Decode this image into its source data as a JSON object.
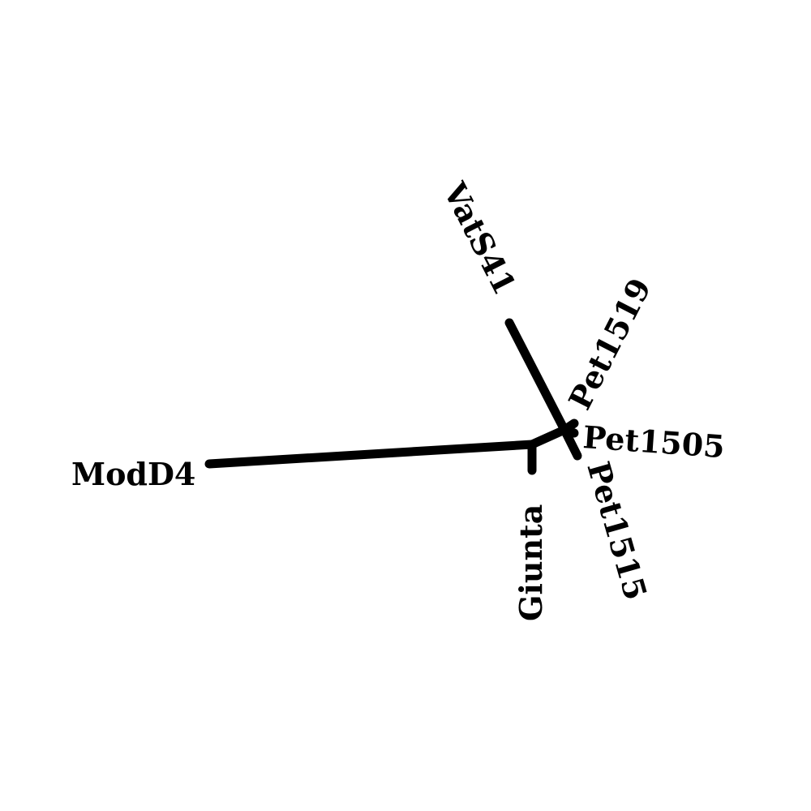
{
  "diagram": {
    "type": "unrooted-tree",
    "line_color": "#000000",
    "background": "#ffffff",
    "leaves": [
      "ModD4",
      "VatS41",
      "Pet1519",
      "Pet1505",
      "Pet1515",
      "Giunta"
    ]
  }
}
